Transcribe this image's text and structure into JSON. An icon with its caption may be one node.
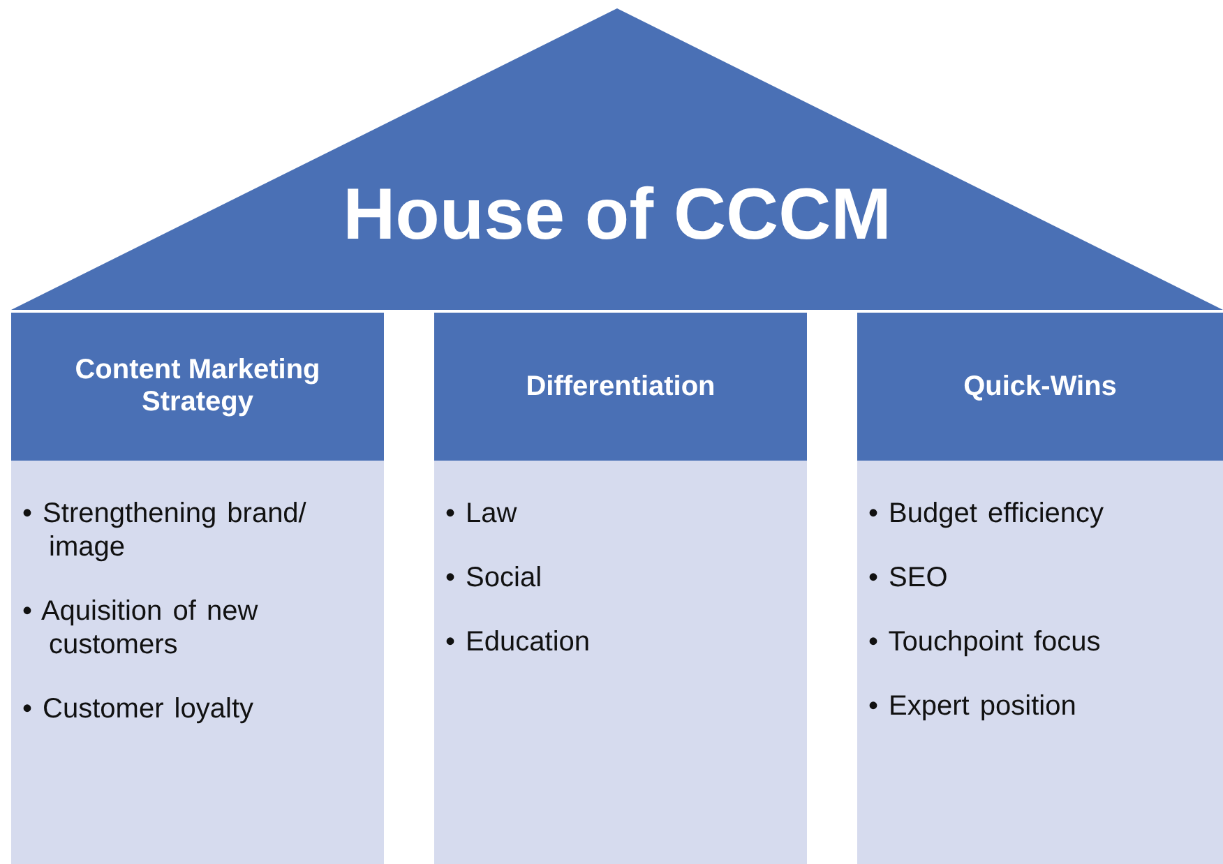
{
  "diagram": {
    "nodes": [
      {
        "text": [
          "House of CCCM"
        ]
      },
      {
        "text": [
          "Content Marketing Strategy"
        ]
      },
      {
        "text": [
          "• Strengthening brand/ image",
          "• Aquisition of new customers",
          "• Customer loyalty"
        ]
      },
      {
        "text": [
          "Differentiation"
        ]
      },
      {
        "text": [
          "• Law",
          "• Social",
          "• Education"
        ]
      },
      {
        "text": [
          "Quick-Wins"
        ]
      },
      {
        "text": [
          "• Budget efficiency",
          "• SEO",
          "• Touchpoint focus",
          "• Expert position"
        ]
      }
    ]
  }
}
